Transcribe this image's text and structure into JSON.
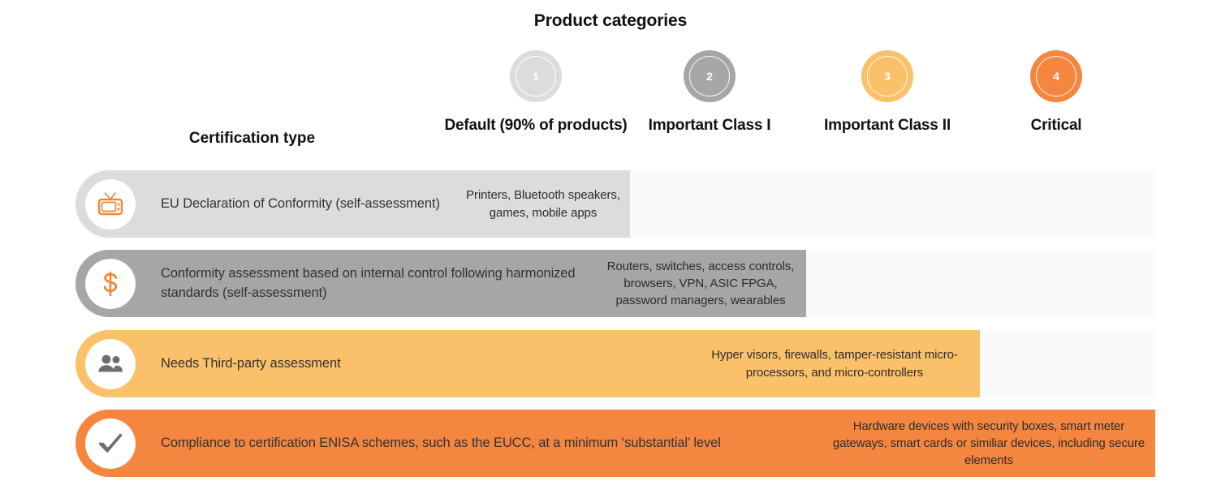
{
  "title": "Product categories",
  "left_header": "Certification type",
  "colors": {
    "cat1": "#dcdcdc",
    "cat2": "#a6a6a6",
    "cat3": "#fbc16a",
    "cat4": "#f5863f",
    "track": "#fafafa",
    "icon_orange": "#f58634",
    "icon_gray": "#6e6e6e",
    "text_dark": "#111111"
  },
  "categories": [
    {
      "number": "1",
      "label": "Default (90% of products)",
      "color": "#dcdcdc"
    },
    {
      "number": "2",
      "label": "Important Class I",
      "color": "#a6a6a6"
    },
    {
      "number": "3",
      "label": "Important Class II",
      "color": "#fbc16a"
    },
    {
      "number": "4",
      "label": "Critical",
      "color": "#f5863f"
    }
  ],
  "rows": [
    {
      "icon": "tv-icon",
      "label": "EU Declaration of Conformity (self-assessment)",
      "bar_color": "#dcdcdc",
      "cell_text": "Printers, Bluetooth speakers, games, mobile apps"
    },
    {
      "icon": "dollar-icon",
      "label": "Conformity assessment based on internal control following harmonized standards (self-assessment)",
      "bar_color": "#a6a6a6",
      "cell_text": "Routers, switches, access controls, browsers, VPN, ASIC FPGA, password managers, wearables"
    },
    {
      "icon": "people-icon",
      "label": "Needs Third-party assessment",
      "bar_color": "#fbc16a",
      "cell_text": "Hyper visors, firewalls, tamper-resistant micro-processors, and micro-controllers"
    },
    {
      "icon": "check-icon",
      "label": "Compliance to certification ENISA schemes, such as the EUCC, at a minimum ‘substantial’ level",
      "bar_color": "#f5863f",
      "cell_text": "Hardware devices with security boxes, smart meter gateways, smart cards or similiar devices, including secure elements"
    }
  ]
}
